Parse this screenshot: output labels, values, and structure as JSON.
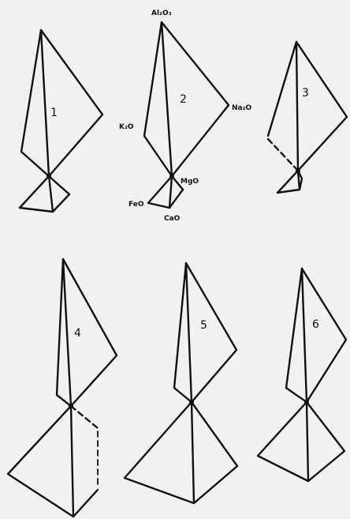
{
  "figure": {
    "diagram_numbers": [
      "1",
      "2",
      "3",
      "4",
      "5",
      "6"
    ],
    "oxide_labels": {
      "al2o3": "Al₂O₃",
      "na2o": "Na₂O",
      "k2o": "K₂O",
      "mgo": "MgO",
      "feo": "FeO",
      "cao": "CaO"
    }
  }
}
